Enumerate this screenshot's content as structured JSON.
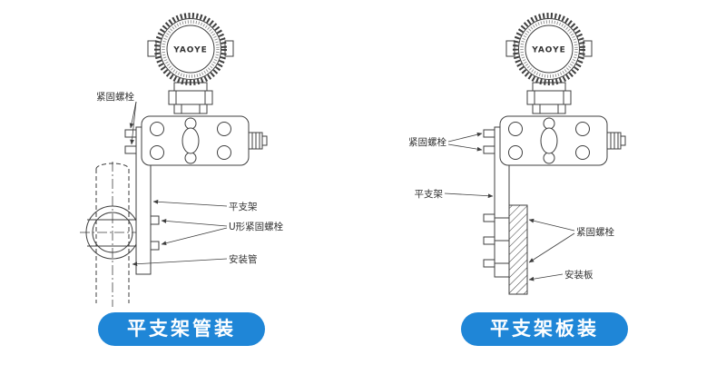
{
  "brand": "YAOYE",
  "colors": {
    "button_bg": "#1f86d7",
    "button_text": "#ffffff",
    "line": "#3f3f3f",
    "label_text": "#333333"
  },
  "left_panel": {
    "caption": "平支架管装",
    "labels": {
      "fastening_bolt": "紧固螺栓",
      "flat_bracket": "平支架",
      "u_bolt": "U形紧固螺栓",
      "mounting_pipe": "安装管"
    }
  },
  "right_panel": {
    "caption": "平支架板装",
    "labels": {
      "fastening_bolt_upper": "紧固螺栓",
      "flat_bracket": "平支架",
      "fastening_bolt_lower": "紧固螺栓",
      "mounting_plate": "安装板"
    }
  }
}
